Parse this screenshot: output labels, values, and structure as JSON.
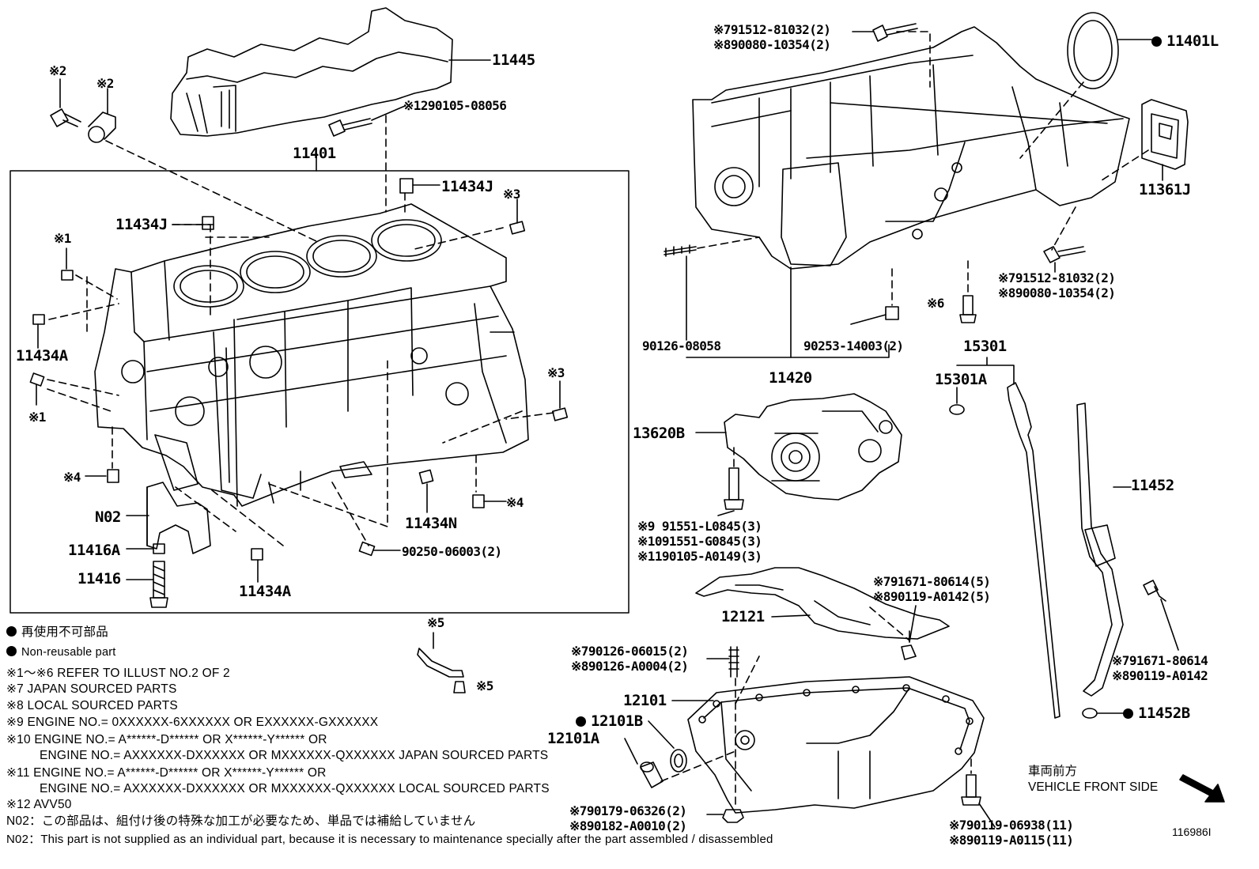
{
  "labels": {
    "p11445": "11445",
    "p11401": "11401",
    "ref_12_90105_08056": "※1290105-08056",
    "ref_2a": "※2",
    "ref_2b": "※2",
    "p11434J_a": "11434J",
    "p11434J_b": "11434J",
    "ref_3a": "※3",
    "ref_1a": "※1",
    "p11434A_a": "11434A",
    "ref_1b": "※1",
    "ref_3b": "※3",
    "ref_4a": "※4",
    "ref_4b": "※4",
    "pN02": "N02",
    "p11416A": "11416A",
    "p11416": "11416",
    "p11434N": "11434N",
    "p90250": "90250-06003(2)",
    "p11434A_b": "11434A",
    "ref_5a": "※5",
    "ref_5b": "※5",
    "ref_7_91512_top": "※791512-81032(2)",
    "ref_8_90080_top": "※890080-10354(2)",
    "p11401L": "11401L",
    "p11361J": "11361J",
    "ref_7_91512_mid": "※791512-81032(2)",
    "ref_8_90080_mid": "※890080-10354(2)",
    "ref_6": "※6",
    "p90126_08058": "90126-08058",
    "p90253": "90253-14003(2)",
    "p11420": "11420",
    "p15301": "15301",
    "p15301A": "15301A",
    "p13620B": "13620B",
    "p11452": "11452",
    "ref_9": "※9  91551-L0845(3)",
    "ref_10": "※1091551-G0845(3)",
    "ref_11": "※1190105-A0149(3)",
    "ref_7_91671": "※791671-80614(5)",
    "ref_8_90119": "※890119-A0142(5)",
    "p12121": "12121",
    "ref_7_90126": "※790126-06015(2)",
    "ref_8_90126": "※890126-A0004(2)",
    "p12101": "12101",
    "p12101B": "12101B",
    "p12101A": "12101A",
    "ref_7_91671_r": "※791671-80614",
    "ref_8_90119_r": "※890119-A0142",
    "p11452B": "11452B",
    "ref_7_90179": "※790179-06326(2)",
    "ref_8_90182": "※890182-A0010(2)",
    "ref_7_90119": "※790119-06938(11)",
    "ref_8_90119b": "※890119-A0115(11)",
    "illust_no": "116986I"
  },
  "notes": {
    "nonreusable_jp": "再使用不可部品",
    "nonreusable_en": "Non-reusable part",
    "n1": "※1～※6  REFER TO ILLUST NO.2 OF 2",
    "n7": "※7 JAPAN SOURCED PARTS",
    "n8": "※8 LOCAL SOURCED PARTS",
    "n9": "※9 ENGINE NO.= 0XXXXXX-6XXXXXX OR EXXXXXX-GXXXXXX",
    "n10a": "※10 ENGINE NO.= A******-D****** OR X******-Y****** OR",
    "n10b": "ENGINE NO.= AXXXXXX-DXXXXXX OR MXXXXXX-QXXXXXX  JAPAN SOURCED PARTS",
    "n11a": "※11 ENGINE NO.= A******-D****** OR X******-Y****** OR",
    "n11b": "ENGINE NO.= AXXXXXX-DXXXXXX OR MXXXXXX-QXXXXXX LOCAL SOURCED PARTS",
    "n12": "※12 AVV50",
    "n02jp": "N02：この部品は、組付け後の特殊な加工が必要なため、単品では補給していません",
    "n02en": "N02：This part is not supplied as an individual part, because it is necessary to maintenance specially after the part assembled / disassembled"
  },
  "front": {
    "jp": "車両前方",
    "en": "VEHICLE FRONT SIDE"
  }
}
